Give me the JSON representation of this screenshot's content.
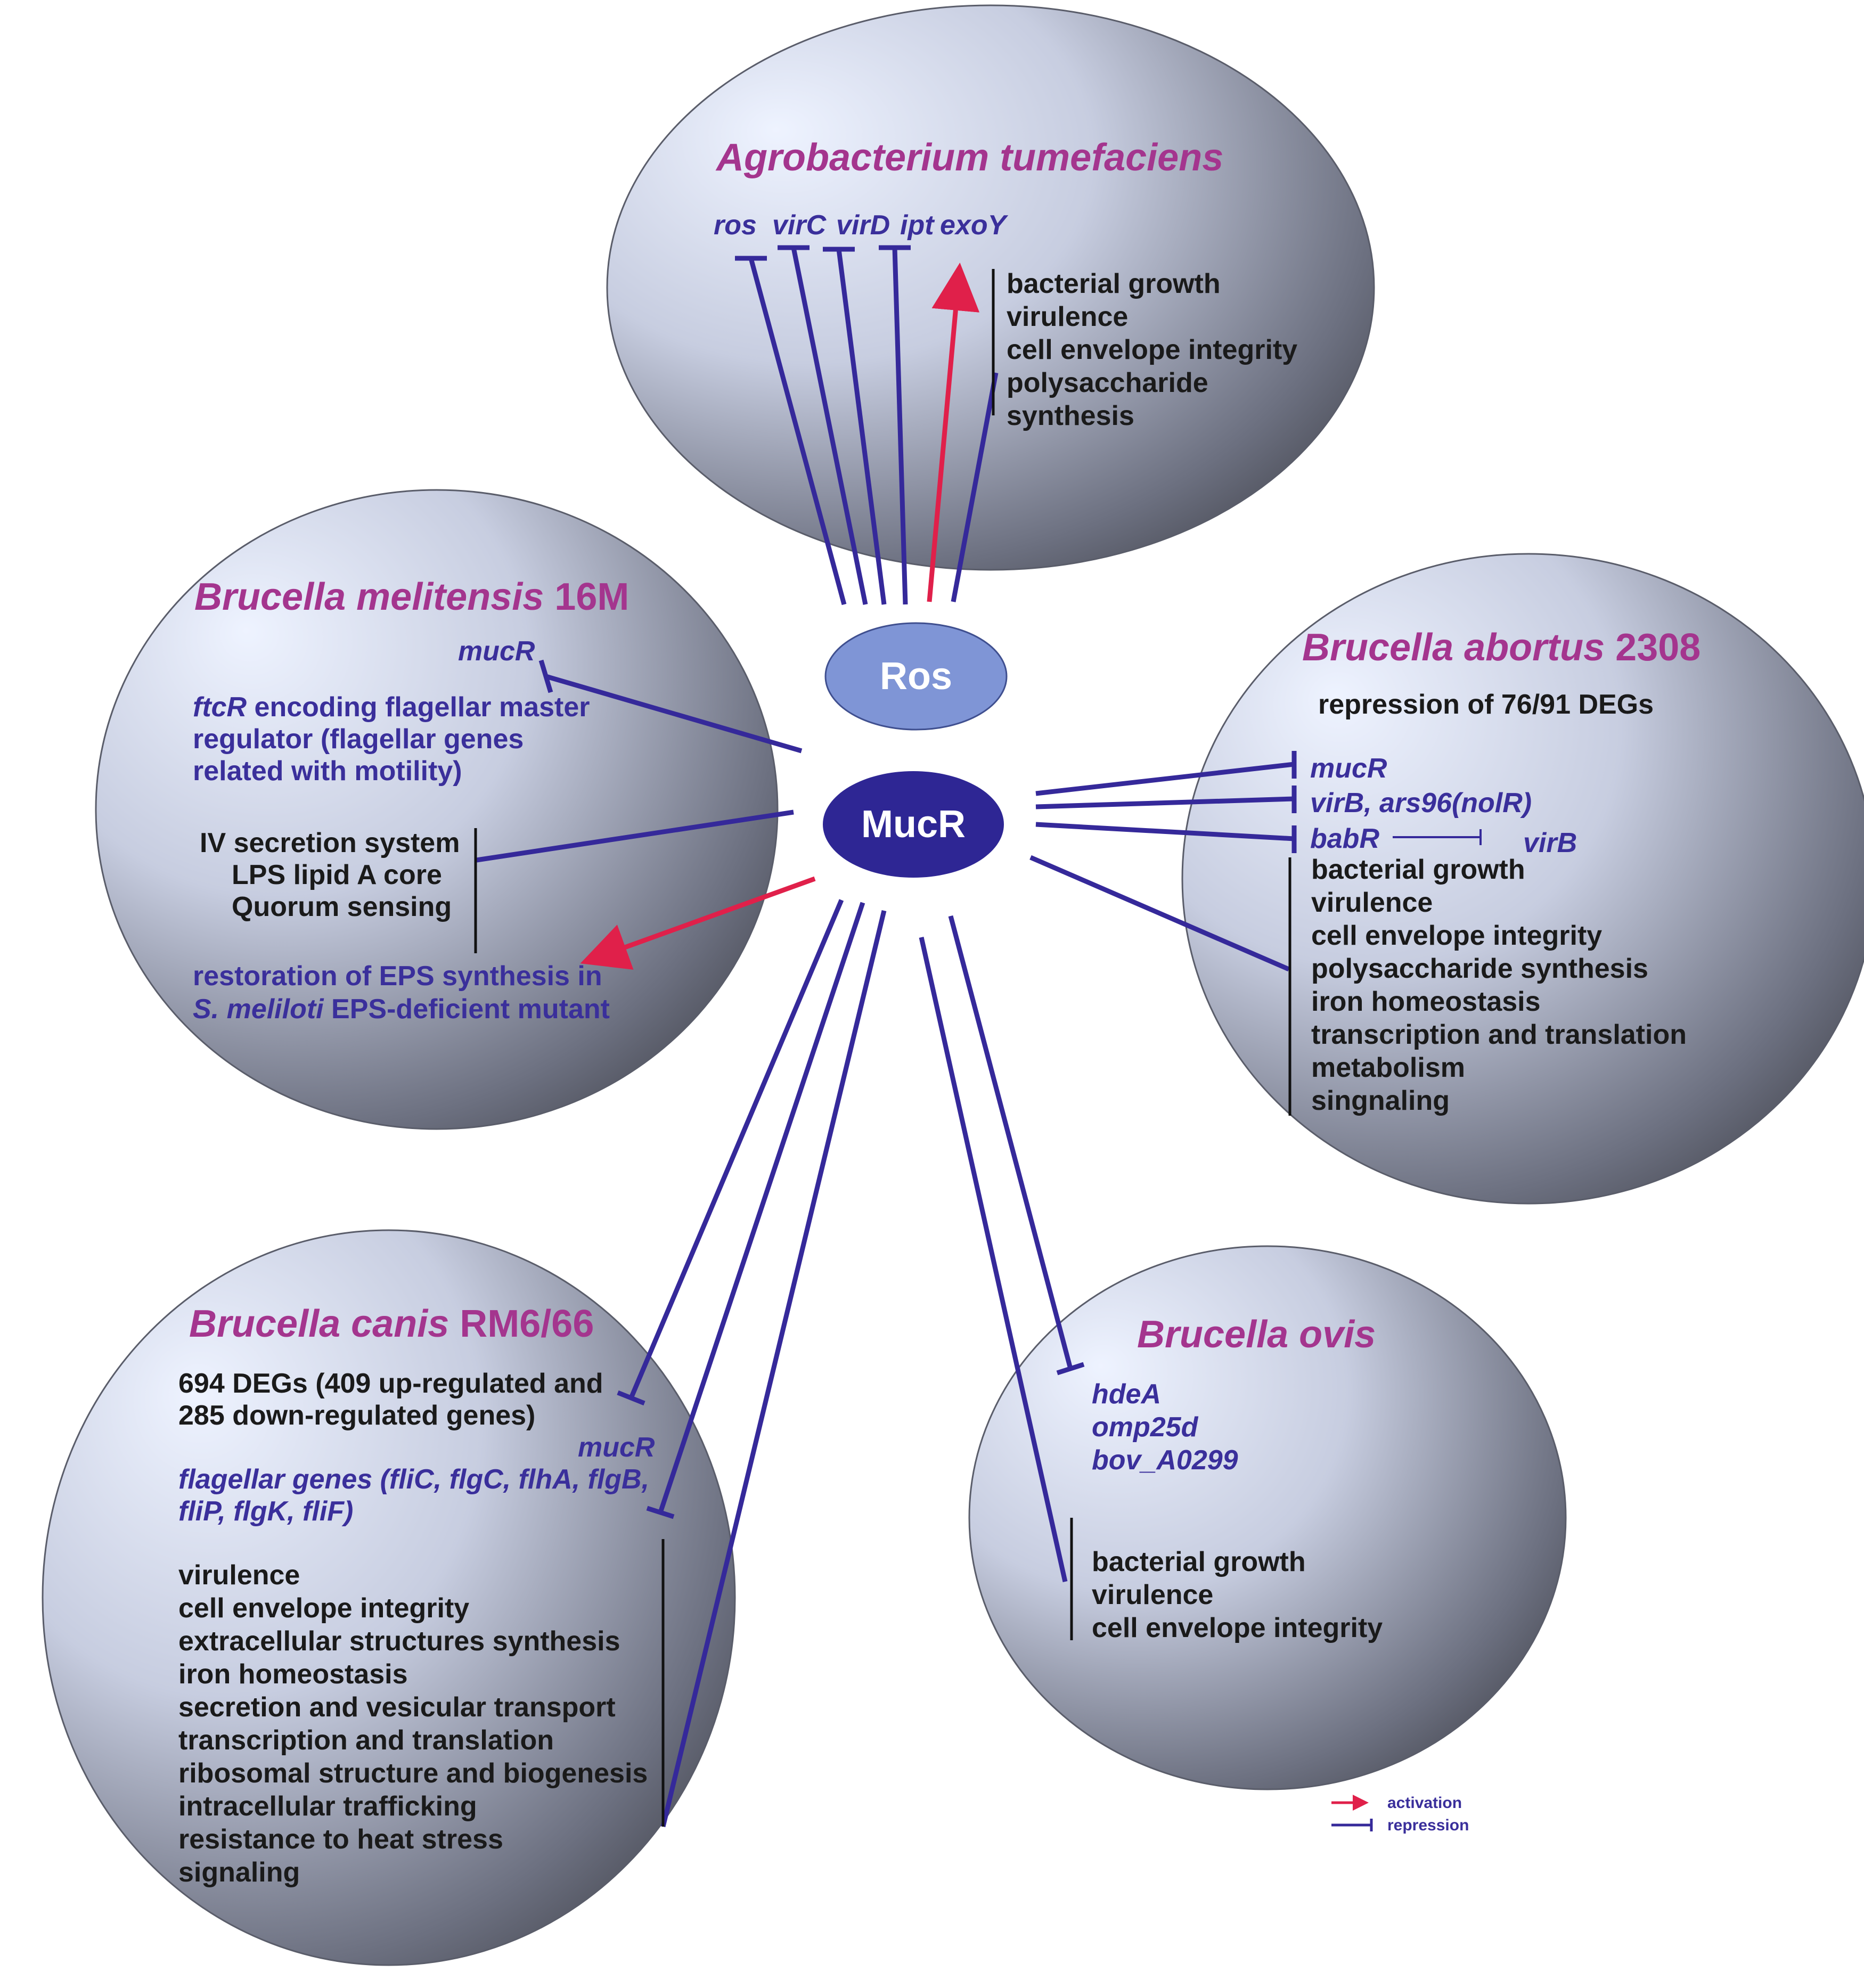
{
  "nodes": {
    "ros": "Ros",
    "mucr": "MucR"
  },
  "agrobacterium": {
    "title": "Agrobacterium tumefaciens",
    "genes": [
      "ros",
      "virC",
      "virD",
      "ipt",
      "exoY"
    ],
    "functions": [
      "bacterial growth",
      "virulence",
      "cell envelope integrity",
      "polysaccharide",
      "synthesis"
    ]
  },
  "melitensis": {
    "title_italic": "Brucella melitensis",
    "title_plain": " 16M",
    "mucr_gene": "mucR",
    "ftcr_gene": "ftcR",
    "ftcr_rest": " encoding flagellar master",
    "ftcr_lines": [
      "regulator (flagellar genes",
      "related with motility)"
    ],
    "systems": [
      "IV secretion system",
      "LPS lipid A core",
      "Quorum sensing"
    ],
    "eps_line1": "restoration of EPS synthesis in",
    "eps_smeliloti": "S. meliloti",
    "eps_line2_rest": " EPS-deficient mutant"
  },
  "abortus": {
    "title_italic": "Brucella abortus",
    "title_plain": " 2308",
    "repression": "repression of 76/91 DEGs",
    "gene_mucr": "mucR",
    "gene_virb_ars": "virB, ars96(nolR)",
    "gene_babr": "babR",
    "gene_virb": "virB",
    "functions": [
      "bacterial growth",
      "virulence",
      "cell envelope integrity",
      "polysaccharide synthesis",
      "iron homeostasis",
      "transcription and translation",
      "metabolism",
      "singnaling"
    ]
  },
  "canis": {
    "title_italic": "Brucella canis",
    "title_plain": " RM6/66",
    "degs": [
      "694 DEGs (409 up-regulated and",
      "285 down-regulated genes)"
    ],
    "mucr_gene": "mucR",
    "flagellar": [
      "flagellar genes (fliC, flgC, flhA, flgB,",
      "fliP, flgK, fliF)"
    ],
    "functions": [
      "virulence",
      "cell envelope integrity",
      "extracellular structures synthesis",
      "iron homeostasis",
      "secretion and vesicular transport",
      "transcription and translation",
      "ribosomal structure and biogenesis",
      "intracellular trafficking",
      "resistance to heat stress",
      "signaling"
    ]
  },
  "ovis": {
    "title": "Brucella ovis",
    "genes": [
      "hdeA",
      "omp25d",
      "bov_A0299"
    ],
    "functions": [
      "bacterial growth",
      "virulence",
      "cell envelope integrity"
    ]
  },
  "legend": {
    "activation": "activation",
    "repression": "repression"
  },
  "colors": {
    "title": "#a4358e",
    "gene_blue": "#3a2f9b",
    "repression_line": "#35299a",
    "activation_line": "#e0204a",
    "ros_node": "#7f95d6",
    "mucr_node": "#2e2694"
  }
}
